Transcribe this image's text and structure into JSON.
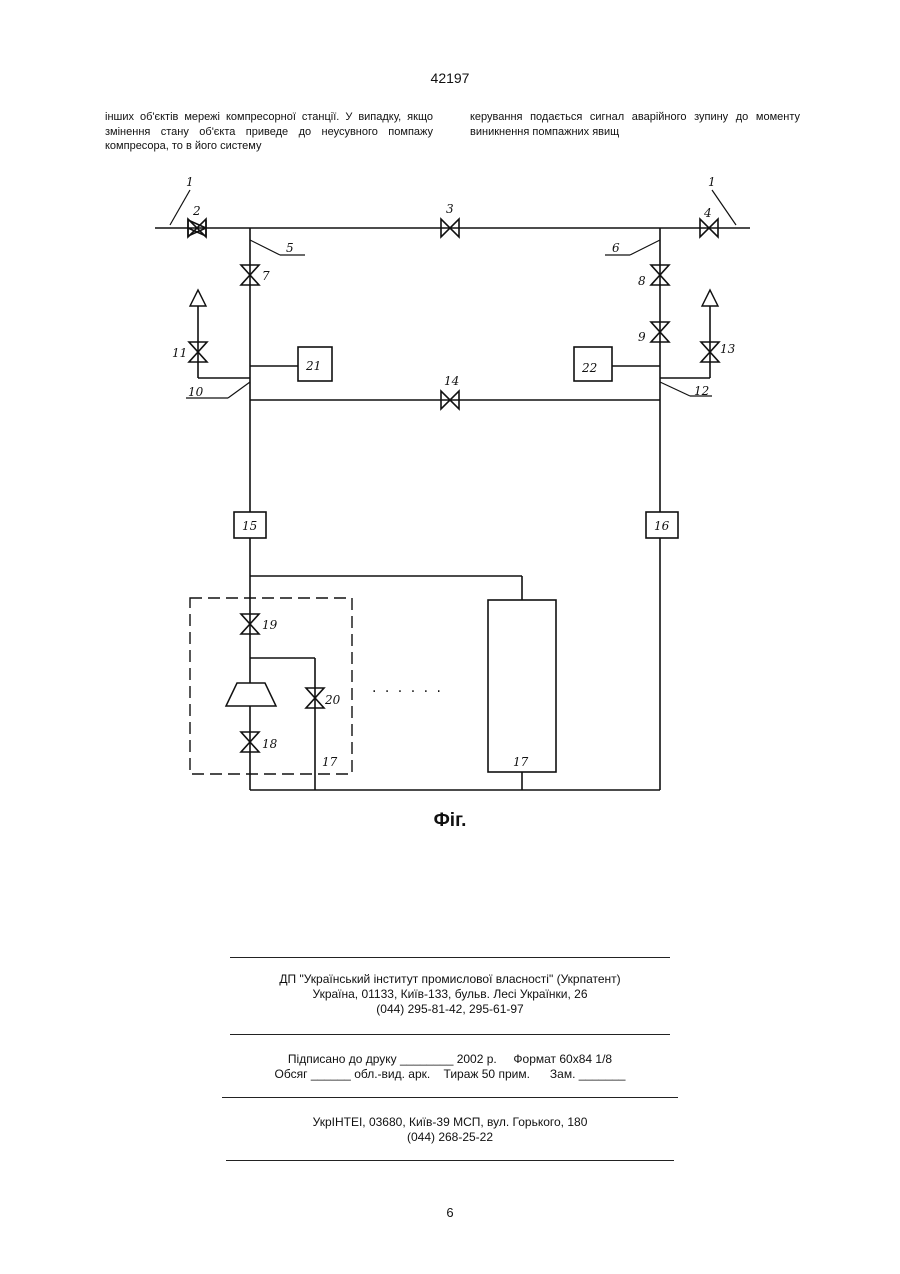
{
  "header": {
    "page_code": "42197"
  },
  "body_text": {
    "left_column": "інших об'єктів мережі компресорної станції. У випадку, якщо змінення стану об'єкта приведе до неусувного помпажу компресора, то в його систему",
    "right_column": "керування подається сигнал аварійного зупину до моменту виникнення помпажних явищ"
  },
  "figure": {
    "caption": "Фіг.",
    "labels": {
      "n1a": "1",
      "n1b": "1",
      "n2": "2",
      "n3": "3",
      "n4": "4",
      "n5": "5",
      "n6": "6",
      "n7": "7",
      "n8": "8",
      "n9": "9",
      "n10": "10",
      "n11": "11",
      "n12": "12",
      "n13": "13",
      "n14": "14",
      "n15": "15",
      "n16": "16",
      "n17a": "17",
      "n17b": "17",
      "n18": "18",
      "n19": "19",
      "n20": "20",
      "n21": "21",
      "n22": "22"
    },
    "ellipsis": ". . . . . ."
  },
  "footer": {
    "block1": [
      "ДП \"Український інститут промислової власності\" (Укрпатент)",
      "Україна, 01133, Київ-133, бульв. Лесі Українки, 26",
      "(044) 295-81-42, 295-61-97"
    ],
    "block2": [
      "Підписано до друку ________ 2002 р.     Формат 60х84 1/8",
      "Обсяг ______ обл.-вид. арк.    Тираж 50 прим.      Зам. _______"
    ],
    "block3": [
      "УкрІНТЕІ, 03680, Київ-39 МСП, вул. Горького, 180",
      "(044) 268-25-22"
    ]
  },
  "page_number": "6"
}
